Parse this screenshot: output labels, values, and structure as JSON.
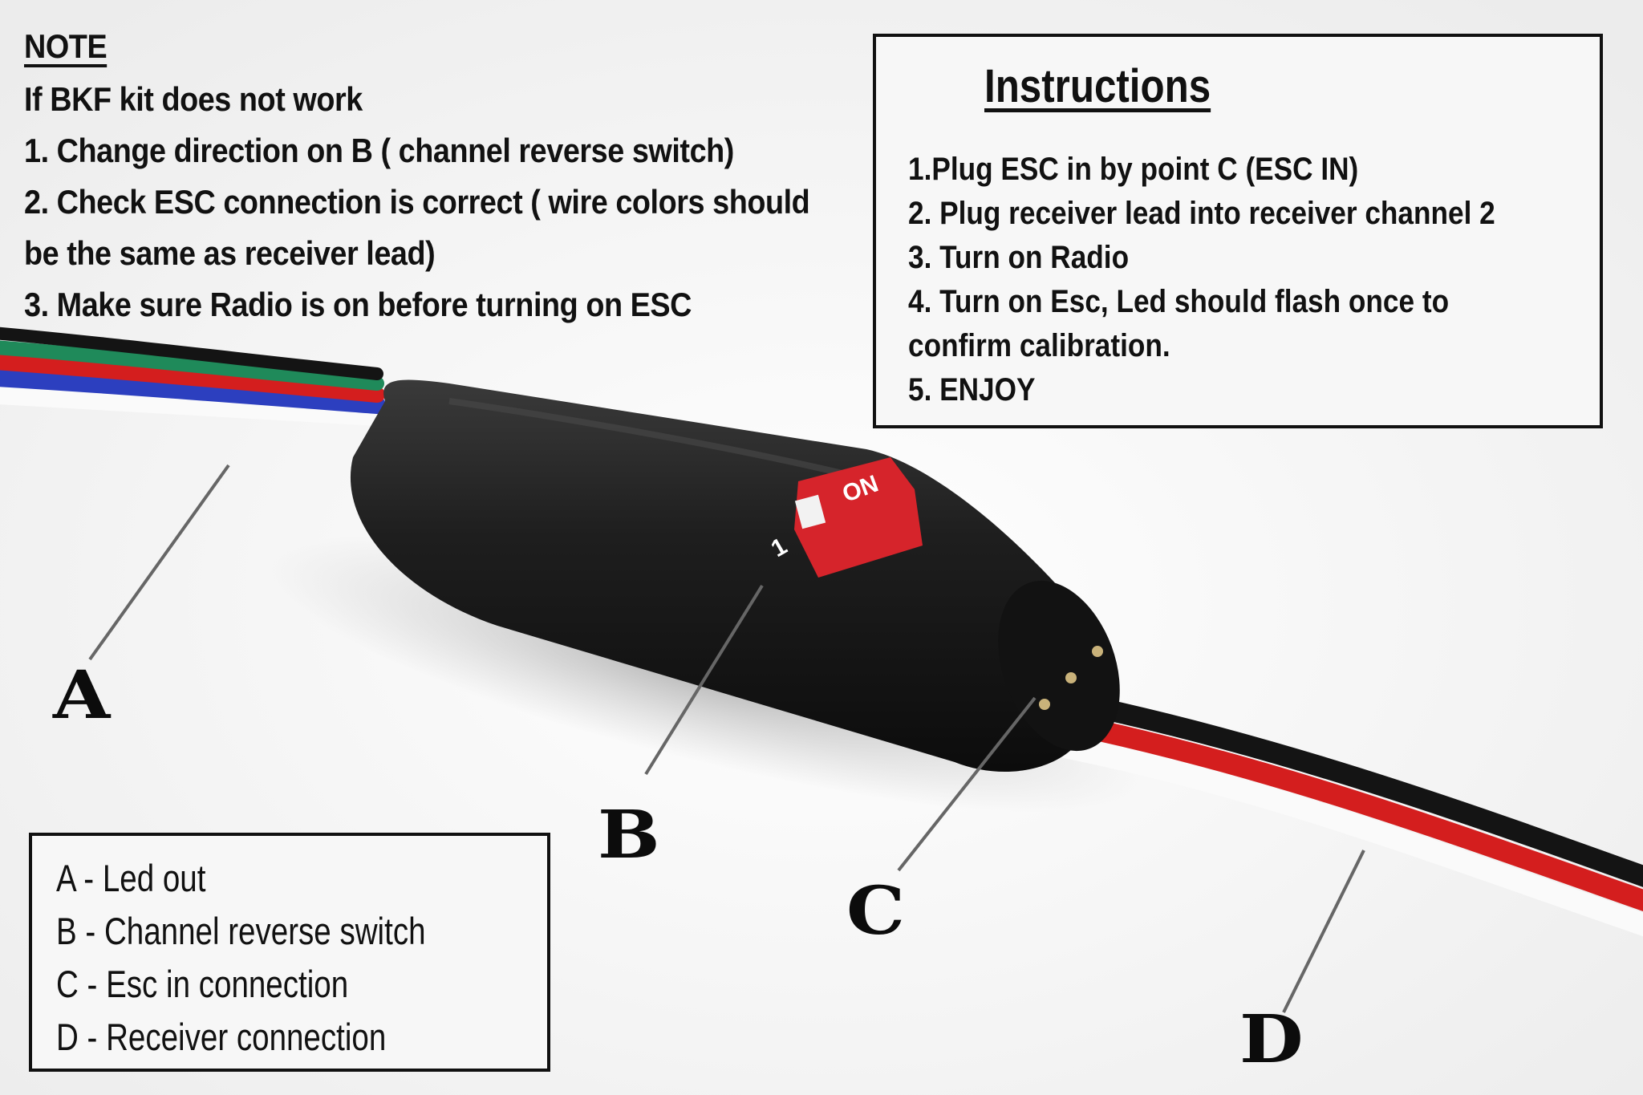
{
  "note": {
    "heading": "NOTE",
    "lines": [
      "If BKF kit does not work",
      "1. Change direction on B ( channel reverse switch)",
      "2. Check ESC connection is correct ( wire colors should",
      "be the same as receiver lead)",
      "3. Make sure Radio is on before turning on ESC"
    ]
  },
  "instructions": {
    "title": "Instructions",
    "steps": [
      "1.Plug ESC in by point C (ESC IN)",
      "2. Plug receiver lead into receiver channel 2",
      "3. Turn on Radio",
      "4. Turn on Esc, Led should flash once to",
      "confirm calibration.",
      "5. ENJOY"
    ]
  },
  "legend": {
    "items": [
      "A - Led out",
      "B - Channel reverse switch",
      "C - Esc in connection",
      "D - Receiver connection"
    ]
  },
  "callouts": {
    "a": "A",
    "b": "B",
    "c": "C",
    "d": "D"
  },
  "switch": {
    "on_label": "ON",
    "position_label": "1"
  },
  "colors": {
    "module": "#1b1b1b",
    "switch": "#d6242b",
    "wire_green": "#1f8a5a",
    "wire_blue": "#2c3fbf",
    "wire_red": "#d41e1e",
    "wire_black": "#141414",
    "wire_white": "#fafafa"
  }
}
